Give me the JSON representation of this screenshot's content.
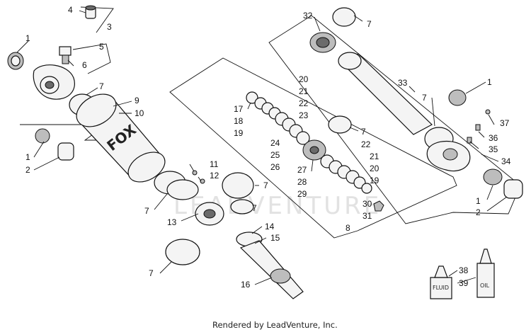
{
  "callouts": {
    "c1a": "1",
    "c1b": "1",
    "c1c": "1",
    "c1d": "1",
    "c2a": "2",
    "c2b": "2",
    "c3": "3",
    "c4": "4",
    "c5": "5",
    "c6": "6",
    "c7a": "7",
    "c7b": "7",
    "c7c": "7",
    "c7d": "7",
    "c7e": "7",
    "c7f": "7",
    "c7g": "7",
    "c7h": "7",
    "c8": "8",
    "c9": "9",
    "c10": "10",
    "c11": "11",
    "c12": "12",
    "c13": "13",
    "c14": "14",
    "c15": "15",
    "c16": "16",
    "c17": "17",
    "c18": "18",
    "c19a": "19",
    "c19b": "19",
    "c20a": "20",
    "c20b": "20",
    "c21a": "21",
    "c21b": "21",
    "c22a": "22",
    "c22b": "22",
    "c23": "23",
    "c24": "24",
    "c25": "25",
    "c26": "26",
    "c27": "27",
    "c28": "28",
    "c29": "29",
    "c30": "30",
    "c31": "31",
    "c32": "32",
    "c33": "33",
    "c34": "34",
    "c35": "35",
    "c36": "36",
    "c37": "37",
    "c38": "38",
    "c39": "39"
  },
  "bottles": {
    "fluid_label": "FLUID",
    "oil_label": "OIL"
  },
  "branding": {
    "shock_logo": "FOX"
  },
  "watermark": "LEADVENTURE",
  "footer": {
    "credit": "Rendered by LeadVenture, Inc."
  }
}
